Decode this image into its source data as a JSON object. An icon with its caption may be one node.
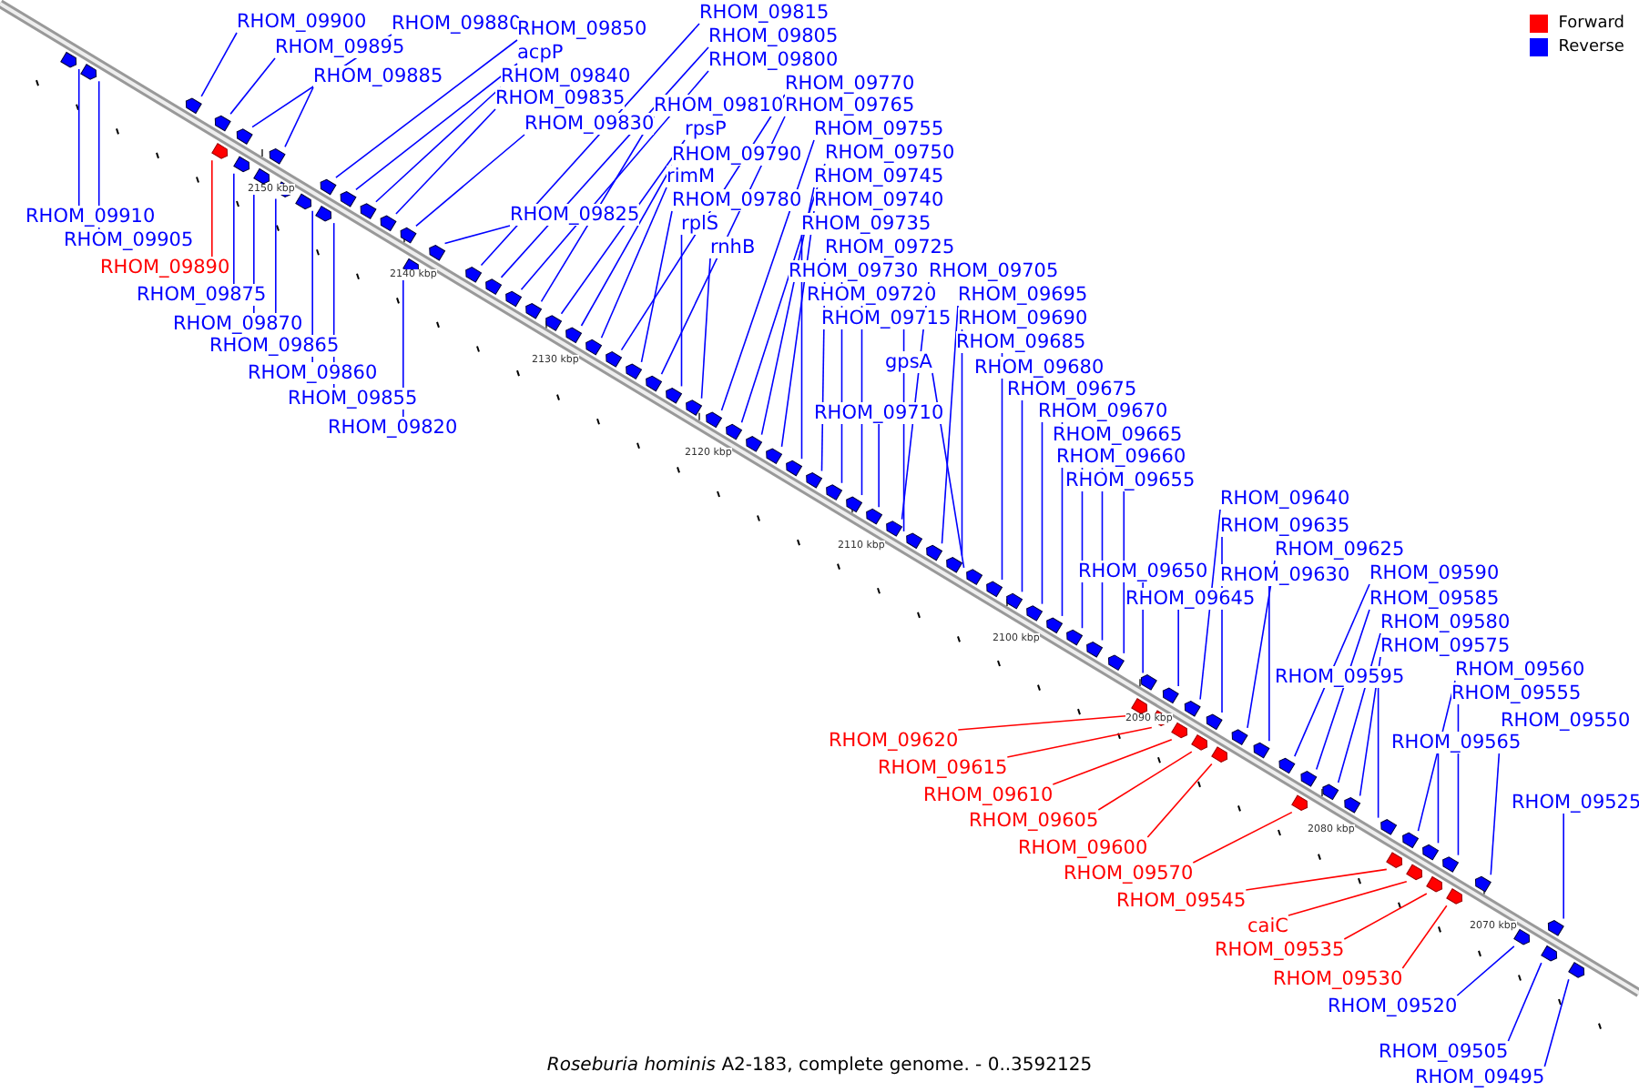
{
  "diagram": {
    "caption": "*Roseburia hominis* A2-183, complete genome. - 0..3592125",
    "nodes": [
      {
        "text": [
          "RHOM_09900"
        ]
      },
      {
        "text": [
          "RHOM_09895"
        ]
      },
      {
        "text": [
          "RHOM_09880"
        ]
      },
      {
        "text": [
          "RHOM_09850"
        ]
      },
      {
        "text": [
          "acpP"
        ]
      },
      {
        "text": [
          "RHOM_09840"
        ]
      },
      {
        "text": [
          "RHOM_09835"
        ]
      },
      {
        "text": [
          "RHOM_09885"
        ]
      },
      {
        "text": [
          "RHOM_09830"
        ]
      },
      {
        "text": [
          "RHOM_09815"
        ]
      },
      {
        "text": [
          "RHOM_09805"
        ]
      },
      {
        "text": [
          "RHOM_09800"
        ]
      },
      {
        "text": [
          "RHOM_09810"
        ]
      },
      {
        "text": [
          "rpsP"
        ]
      },
      {
        "text": [
          "RHOM_09790"
        ]
      },
      {
        "text": [
          "rimM"
        ]
      },
      {
        "text": [
          "RHOM_09780"
        ]
      },
      {
        "text": [
          "rplS"
        ]
      },
      {
        "text": [
          "rnhB"
        ]
      },
      {
        "text": [
          "RHOM_09825"
        ]
      },
      {
        "text": [
          "RHOM_09770"
        ]
      },
      {
        "text": [
          "RHOM_09765"
        ]
      },
      {
        "text": [
          "RHOM_09755"
        ]
      },
      {
        "text": [
          "RHOM_09750"
        ]
      },
      {
        "text": [
          "RHOM_09745"
        ]
      },
      {
        "text": [
          "RHOM_09740"
        ]
      },
      {
        "text": [
          "RHOM_09735"
        ]
      },
      {
        "text": [
          "RHOM_09725"
        ]
      },
      {
        "text": [
          "RHOM_09730"
        ]
      },
      {
        "text": [
          "RHOM_09705"
        ]
      },
      {
        "text": [
          "RHOM_09720"
        ]
      },
      {
        "text": [
          "RHOM_09695"
        ]
      },
      {
        "text": [
          "RHOM_09715"
        ]
      },
      {
        "text": [
          "RHOM_09690"
        ]
      },
      {
        "text": [
          "RHOM_09685"
        ]
      },
      {
        "text": [
          "gpsA"
        ]
      },
      {
        "text": [
          "RHOM_09680"
        ]
      },
      {
        "text": [
          "RHOM_09675"
        ]
      },
      {
        "text": [
          "RHOM_09710"
        ]
      },
      {
        "text": [
          "RHOM_09670"
        ]
      },
      {
        "text": [
          "RHOM_09665"
        ]
      },
      {
        "text": [
          "RHOM_09660"
        ]
      },
      {
        "text": [
          "RHOM_09655"
        ]
      },
      {
        "text": [
          "RHOM_09640"
        ]
      },
      {
        "text": [
          "RHOM_09635"
        ]
      },
      {
        "text": [
          "RHOM_09625"
        ]
      },
      {
        "text": [
          "RHOM_09650"
        ]
      },
      {
        "text": [
          "RHOM_09630"
        ]
      },
      {
        "text": [
          "RHOM_09645"
        ]
      },
      {
        "text": [
          "RHOM_09590"
        ]
      },
      {
        "text": [
          "RHOM_09585"
        ]
      },
      {
        "text": [
          "RHOM_09580"
        ]
      },
      {
        "text": [
          "RHOM_09575"
        ]
      },
      {
        "text": [
          "RHOM_09595"
        ]
      },
      {
        "text": [
          "RHOM_09560"
        ]
      },
      {
        "text": [
          "RHOM_09555"
        ]
      },
      {
        "text": [
          "RHOM_09550"
        ]
      },
      {
        "text": [
          "RHOM_09565"
        ]
      },
      {
        "text": [
          "RHOM_09525"
        ]
      },
      {
        "text": [
          "RHOM_09910"
        ]
      },
      {
        "text": [
          "RHOM_09905"
        ]
      },
      {
        "text": [
          "RHOM_09890"
        ]
      },
      {
        "text": [
          "RHOM_09875"
        ]
      },
      {
        "text": [
          "RHOM_09870"
        ]
      },
      {
        "text": [
          "RHOM_09865"
        ]
      },
      {
        "text": [
          "RHOM_09860"
        ]
      },
      {
        "text": [
          "RHOM_09855"
        ]
      },
      {
        "text": [
          "RHOM_09820"
        ]
      },
      {
        "text": [
          "RHOM_09620"
        ]
      },
      {
        "text": [
          "RHOM_09615"
        ]
      },
      {
        "text": [
          "RHOM_09610"
        ]
      },
      {
        "text": [
          "RHOM_09605"
        ]
      },
      {
        "text": [
          "RHOM_09600"
        ]
      },
      {
        "text": [
          "RHOM_09570"
        ]
      },
      {
        "text": [
          "RHOM_09545"
        ]
      },
      {
        "text": [
          "caiC"
        ]
      },
      {
        "text": [
          "RHOM_09535"
        ]
      },
      {
        "text": [
          "RHOM_09530"
        ]
      },
      {
        "text": [
          "RHOM_09520"
        ]
      },
      {
        "text": [
          "RHOM_09505"
        ]
      },
      {
        "text": [
          "RHOM_09495"
        ]
      },
      {
        "text": [],
        "shape": "box"
      },
      {
        "text": [],
        "shape": "box"
      },
      {
        "text": [],
        "shape": "box"
      },
      {
        "text": [],
        "shape": "box"
      },
      {
        "text": [],
        "shape": "box"
      },
      {
        "text": [],
        "shape": "box"
      },
      {
        "text": [],
        "shape": "box"
      },
      {
        "text": [],
        "shape": "box"
      },
      {
        "text": [],
        "shape": "box"
      },
      {
        "text": [],
        "shape": "box"
      },
      {
        "text": [],
        "shape": "box"
      },
      {
        "text": [],
        "shape": "box"
      },
      {
        "text": [],
        "shape": "box"
      },
      {
        "text": [],
        "shape": "box"
      },
      {
        "text": [],
        "shape": "box"
      },
      {
        "text": [],
        "shape": "box"
      },
      {
        "text": [],
        "shape": "box"
      },
      {
        "text": [],
        "shape": "box"
      },
      {
        "text": [],
        "shape": "box"
      },
      {
        "text": [],
        "shape": "box"
      },
      {
        "text": [],
        "shape": "box"
      },
      {
        "text": [],
        "shape": "box"
      },
      {
        "text": [],
        "shape": "box"
      },
      {
        "text": [],
        "shape": "box"
      },
      {
        "text": [],
        "shape": "box"
      },
      {
        "text": [],
        "shape": "box"
      },
      {
        "text": [],
        "shape": "box"
      },
      {
        "text": [],
        "shape": "box"
      },
      {
        "text": [],
        "shape": "box"
      },
      {
        "text": [],
        "shape": "box"
      },
      {
        "text": [],
        "shape": "box"
      },
      {
        "text": [],
        "shape": "box"
      },
      {
        "text": [],
        "shape": "box"
      },
      {
        "text": [],
        "shape": "box"
      },
      {
        "text": [],
        "shape": "box"
      },
      {
        "text": [],
        "shape": "box"
      },
      {
        "text": [],
        "shape": "box"
      },
      {
        "text": [],
        "shape": "box"
      },
      {
        "text": [],
        "shape": "box"
      },
      {
        "text": [],
        "shape": "box"
      },
      {
        "text": [],
        "shape": "box"
      },
      {
        "text": [],
        "shape": "box"
      },
      {
        "text": [],
        "shape": "box"
      },
      {
        "text": [],
        "shape": "box"
      },
      {
        "text": [],
        "shape": "box"
      },
      {
        "text": [],
        "shape": "box"
      },
      {
        "text": [],
        "shape": "box"
      },
      {
        "text": [],
        "shape": "box"
      },
      {
        "text": [],
        "shape": "box"
      },
      {
        "text": [],
        "shape": "box"
      },
      {
        "text": [],
        "shape": "box"
      },
      {
        "text": [],
        "shape": "box"
      },
      {
        "text": [],
        "shape": "box"
      },
      {
        "text": [],
        "shape": "box"
      },
      {
        "text": [],
        "shape": "box"
      },
      {
        "text": [],
        "shape": "box"
      },
      {
        "text": [],
        "shape": "box"
      },
      {
        "text": [],
        "shape": "box"
      },
      {
        "text": [],
        "shape": "box"
      },
      {
        "text": [],
        "shape": "box"
      },
      {
        "text": [],
        "shape": "box"
      },
      {
        "text": [],
        "shape": "box"
      },
      {
        "text": [],
        "shape": "box"
      },
      {
        "text": [],
        "shape": "box"
      },
      {
        "text": [],
        "shape": "box"
      },
      {
        "text": [],
        "shape": "box"
      },
      {
        "text": [],
        "shape": "box"
      },
      {
        "text": [],
        "shape": "box"
      },
      {
        "text": [],
        "shape": "box"
      },
      {
        "text": [],
        "shape": "box"
      },
      {
        "text": [],
        "shape": "box"
      },
      {
        "text": [],
        "shape": "box"
      },
      {
        "text": [],
        "shape": "box"
      },
      {
        "text": [],
        "shape": "box"
      },
      {
        "text": [],
        "shape": "box"
      },
      {
        "text": [],
        "shape": "box"
      },
      {
        "text": [],
        "shape": "box"
      },
      {
        "text": [],
        "shape": "box"
      },
      {
        "text": [],
        "shape": "box"
      },
      {
        "text": [],
        "shape": "box"
      },
      {
        "text": [],
        "shape": "box"
      }
    ],
    "edges": [
      {
        "from": 0,
        "to": 81,
        "arrow": "none"
      },
      {
        "from": 1,
        "to": 82,
        "arrow": "none"
      },
      {
        "from": 2,
        "to": 83,
        "arrow": "none"
      },
      {
        "from": 3,
        "to": 84,
        "arrow": "none"
      },
      {
        "from": 4,
        "to": 85,
        "arrow": "none"
      },
      {
        "from": 5,
        "to": 86,
        "arrow": "none"
      },
      {
        "from": 6,
        "to": 87,
        "arrow": "none"
      },
      {
        "from": 7,
        "to": 88,
        "arrow": "none"
      },
      {
        "from": 8,
        "to": 89,
        "arrow": "none"
      },
      {
        "from": 9,
        "to": 90,
        "arrow": "none"
      },
      {
        "from": 10,
        "to": 91,
        "arrow": "none"
      },
      {
        "from": 11,
        "to": 92,
        "arrow": "none"
      },
      {
        "from": 12,
        "to": 93,
        "arrow": "none"
      },
      {
        "from": 13,
        "to": 94,
        "arrow": "none"
      },
      {
        "from": 14,
        "to": 95,
        "arrow": "none"
      },
      {
        "from": 15,
        "to": 96,
        "arrow": "none"
      },
      {
        "from": 16,
        "to": 97,
        "arrow": "none"
      },
      {
        "from": 17,
        "to": 98,
        "arrow": "none"
      },
      {
        "from": 18,
        "to": 99,
        "arrow": "none"
      },
      {
        "from": 19,
        "to": 100,
        "arrow": "none"
      },
      {
        "from": 20,
        "to": 101,
        "arrow": "none"
      },
      {
        "from": 21,
        "to": 102,
        "arrow": "none"
      },
      {
        "from": 22,
        "to": 103,
        "arrow": "none"
      },
      {
        "from": 23,
        "to": 104,
        "arrow": "none"
      },
      {
        "from": 24,
        "to": 105,
        "arrow": "none"
      },
      {
        "from": 25,
        "to": 106,
        "arrow": "none"
      },
      {
        "from": 26,
        "to": 107,
        "arrow": "none"
      },
      {
        "from": 27,
        "to": 108,
        "arrow": "none"
      },
      {
        "from": 28,
        "to": 109,
        "arrow": "none"
      },
      {
        "from": 29,
        "to": 110,
        "arrow": "none"
      },
      {
        "from": 30,
        "to": 111,
        "arrow": "none"
      },
      {
        "from": 31,
        "to": 112,
        "arrow": "none"
      },
      {
        "from": 32,
        "to": 113,
        "arrow": "none"
      },
      {
        "from": 33,
        "to": 114,
        "arrow": "none"
      },
      {
        "from": 34,
        "to": 115,
        "arrow": "none"
      },
      {
        "from": 35,
        "to": 116,
        "arrow": "none"
      },
      {
        "from": 36,
        "to": 117,
        "arrow": "none"
      },
      {
        "from": 37,
        "to": 118,
        "arrow": "none"
      },
      {
        "from": 38,
        "to": 119,
        "arrow": "none"
      },
      {
        "from": 39,
        "to": 120,
        "arrow": "none"
      },
      {
        "from": 40,
        "to": 121,
        "arrow": "none"
      },
      {
        "from": 41,
        "to": 122,
        "arrow": "none"
      },
      {
        "from": 42,
        "to": 123,
        "arrow": "none"
      },
      {
        "from": 43,
        "to": 124,
        "arrow": "none"
      },
      {
        "from": 44,
        "to": 125,
        "arrow": "none"
      },
      {
        "from": 45,
        "to": 126,
        "arrow": "none"
      },
      {
        "from": 46,
        "to": 127,
        "arrow": "none"
      },
      {
        "from": 47,
        "to": 128,
        "arrow": "none"
      },
      {
        "from": 48,
        "to": 129,
        "arrow": "none"
      },
      {
        "from": 49,
        "to": 130,
        "arrow": "none"
      },
      {
        "from": 50,
        "to": 131,
        "arrow": "none"
      },
      {
        "from": 51,
        "to": 132,
        "arrow": "none"
      },
      {
        "from": 52,
        "to": 133,
        "arrow": "none"
      },
      {
        "from": 53,
        "to": 134,
        "arrow": "none"
      },
      {
        "from": 54,
        "to": 135,
        "arrow": "none"
      },
      {
        "from": 55,
        "to": 136,
        "arrow": "none"
      },
      {
        "from": 56,
        "to": 137,
        "arrow": "none"
      },
      {
        "from": 57,
        "to": 138,
        "arrow": "none"
      },
      {
        "from": 58,
        "to": 139,
        "arrow": "none"
      },
      {
        "from": 59,
        "to": 140,
        "arrow": "none"
      },
      {
        "from": 60,
        "to": 141,
        "arrow": "none"
      },
      {
        "from": 61,
        "to": 142,
        "arrow": "none",
        "color": "#ff0000"
      },
      {
        "from": 62,
        "to": 143,
        "arrow": "none"
      },
      {
        "from": 63,
        "to": 144,
        "arrow": "none"
      },
      {
        "from": 64,
        "to": 145,
        "arrow": "none"
      },
      {
        "from": 65,
        "to": 146,
        "arrow": "none"
      },
      {
        "from": 66,
        "to": 147,
        "arrow": "none"
      },
      {
        "from": 67,
        "to": 148,
        "arrow": "none"
      },
      {
        "from": 68,
        "to": 149,
        "arrow": "none",
        "color": "#ff0000"
      },
      {
        "from": 69,
        "to": 150,
        "arrow": "none",
        "color": "#ff0000"
      },
      {
        "from": 70,
        "to": 151,
        "arrow": "none",
        "color": "#ff0000"
      },
      {
        "from": 71,
        "to": 152,
        "arrow": "none",
        "color": "#ff0000"
      },
      {
        "from": 72,
        "to": 153,
        "arrow": "none",
        "color": "#ff0000"
      },
      {
        "from": 73,
        "to": 154,
        "arrow": "none",
        "color": "#ff0000"
      },
      {
        "from": 74,
        "to": 155,
        "arrow": "none",
        "color": "#ff0000"
      },
      {
        "from": 75,
        "to": 156,
        "arrow": "none",
        "color": "#ff0000"
      },
      {
        "from": 76,
        "to": 157,
        "arrow": "none",
        "color": "#ff0000"
      },
      {
        "from": 77,
        "to": 158,
        "arrow": "none",
        "color": "#ff0000"
      },
      {
        "from": 78,
        "to": 159,
        "arrow": "none"
      },
      {
        "from": 79,
        "to": 160,
        "arrow": "none"
      },
      {
        "from": 80,
        "to": 161,
        "arrow": "none"
      }
    ],
    "labels": [
      "2150 kbp",
      "2140 kbp",
      "2130 kbp",
      "2120 kbp",
      "2110 kbp",
      "2100 kbp",
      "2090 kbp",
      "2080 kbp",
      "2070 kbp"
    ],
    "legend": [
      {
        "text": "Forward",
        "color": "#ff0000"
      },
      {
        "text": "Reverse",
        "color": "#0000ff"
      }
    ]
  }
}
